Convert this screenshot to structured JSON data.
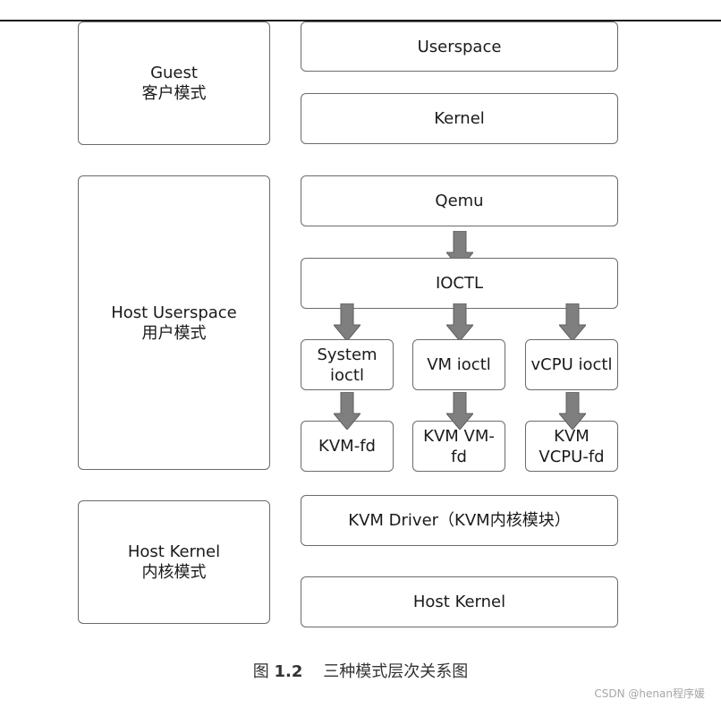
{
  "left_boxes": {
    "guest": "Guest\n客户模式",
    "host_userspace": "Host Userspace\n用户模式",
    "host_kernel": "Host Kernel\n内核模式"
  },
  "right_boxes": {
    "userspace": "Userspace",
    "kernel": "Kernel",
    "qemu": "Qemu",
    "ioctl": "IOCTL",
    "system_ioctl": "System\nioctl",
    "vm_ioctl": "VM ioctl",
    "vcpu_ioctl": "vCPU ioctl",
    "kvm_fd": "KVM-fd",
    "kvm_vm_fd": "KVM VM-\nfd",
    "kvm_vcpu_fd": "KVM\nVCPU-fd",
    "kvm_driver": "KVM Driver（KVM内核模块）",
    "host_kernel": "Host Kernel"
  },
  "caption": {
    "prefix": "图",
    "number": "1.2",
    "text": "三种模式层次关系图"
  },
  "watermark": "CSDN @henan程序媛",
  "colors": {
    "arrow_fill": "#7f7f7f",
    "border": "#6b6b6b"
  }
}
